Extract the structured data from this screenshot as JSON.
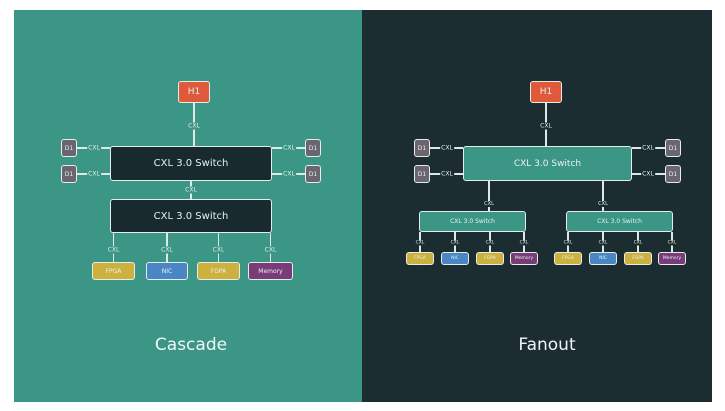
{
  "cascade": {
    "title": "Cascade",
    "host": "H1",
    "link": "CXL",
    "switch_top": "CXL 3.0 Switch",
    "switch_bottom": "CXL 3.0 Switch",
    "devices": [
      "D1",
      "D1",
      "D1",
      "D1"
    ],
    "endpoints": [
      {
        "label": "FPGA",
        "color": "#cdb13e"
      },
      {
        "label": "NIC",
        "color": "#4a86c5"
      },
      {
        "label": "FGPA",
        "color": "#cdb13e"
      },
      {
        "label": "Memory",
        "color": "#7a3c78"
      }
    ]
  },
  "fanout": {
    "title": "Fanout",
    "host": "H1",
    "link": "CXL",
    "switch_top": "CXL 3.0 Switch",
    "switch_children": [
      "CXL 3.0 Switch",
      "CXL 3.0 Switch"
    ],
    "devices": [
      "D1",
      "D1",
      "D1",
      "D1"
    ],
    "endpoints": [
      {
        "label": "FPGA",
        "color": "#cdb13e"
      },
      {
        "label": "NIC",
        "color": "#4a86c5"
      },
      {
        "label": "FGPA",
        "color": "#cdb13e"
      },
      {
        "label": "Memory",
        "color": "#7a3c78"
      }
    ]
  },
  "colors": {
    "host": "#df5a3b",
    "device": "#6b6570",
    "dark_switch": "#182a2e",
    "teal_switch": "#3b9686"
  }
}
